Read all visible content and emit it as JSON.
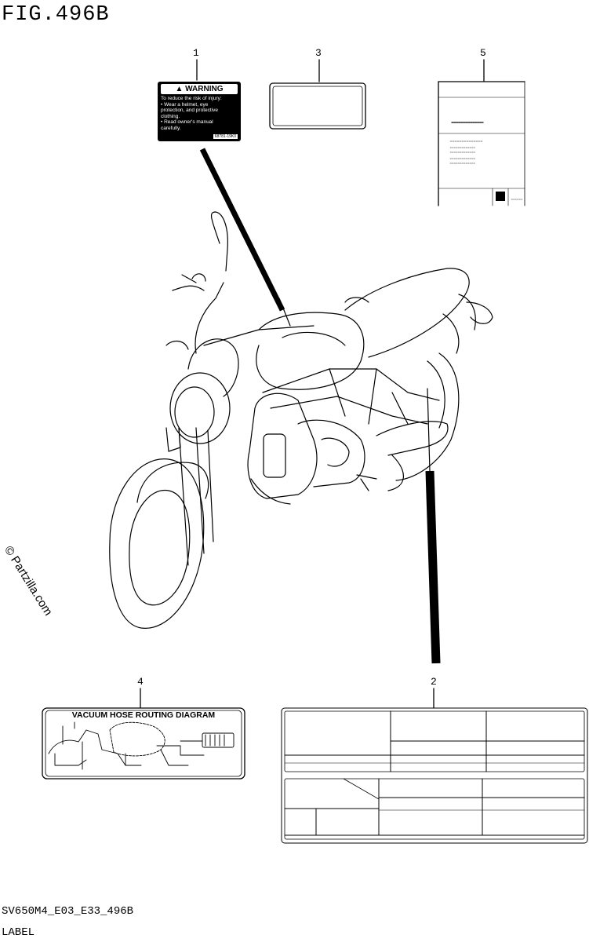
{
  "figure": {
    "title": "FIG.496B",
    "code": "SV650M4_E03_E33_496B",
    "name": "LABEL"
  },
  "callouts": [
    "1",
    "3",
    "5",
    "4",
    "2"
  ],
  "watermark": "© Partzilla.com",
  "warning_label": {
    "heading": "WARNING",
    "lines": [
      "To reduce the risk of injury:",
      "• Wear a helmet, eye",
      "  protection, and protective",
      "  clothing.",
      "• Read owner's manual",
      "  carefully."
    ],
    "code": "68781-19K0"
  },
  "vacuum_label": {
    "title": "VACUUM HOSE ROUTING DIAGRAM"
  },
  "colors": {
    "ink": "#000000",
    "paper": "#ffffff"
  }
}
